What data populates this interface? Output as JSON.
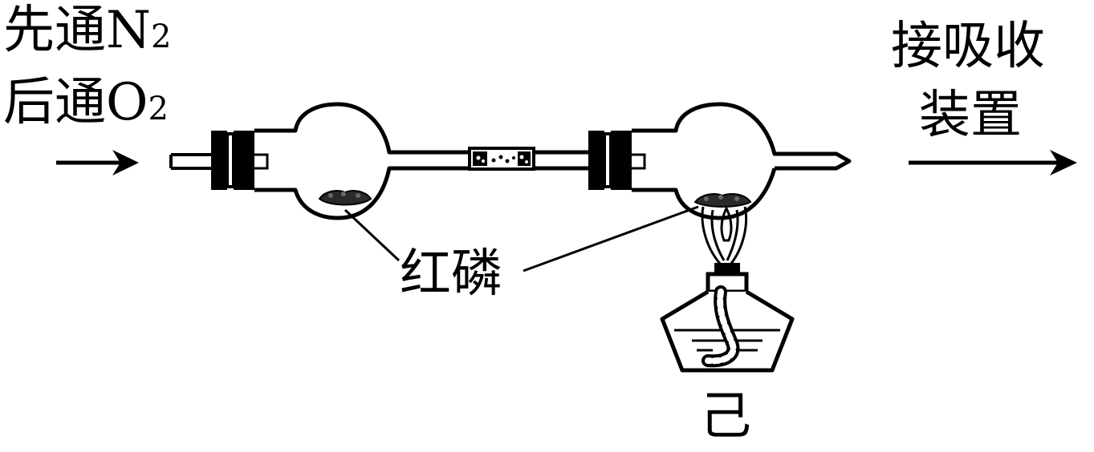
{
  "inlet": {
    "line1_text": "先通N",
    "line1_sub": "2",
    "line2_text": "后通O",
    "line2_sub": "2"
  },
  "outlet": {
    "line1": "接吸收",
    "line2": "装置"
  },
  "labels": {
    "red_phosphorus": "红磷",
    "burner": "己"
  }
}
